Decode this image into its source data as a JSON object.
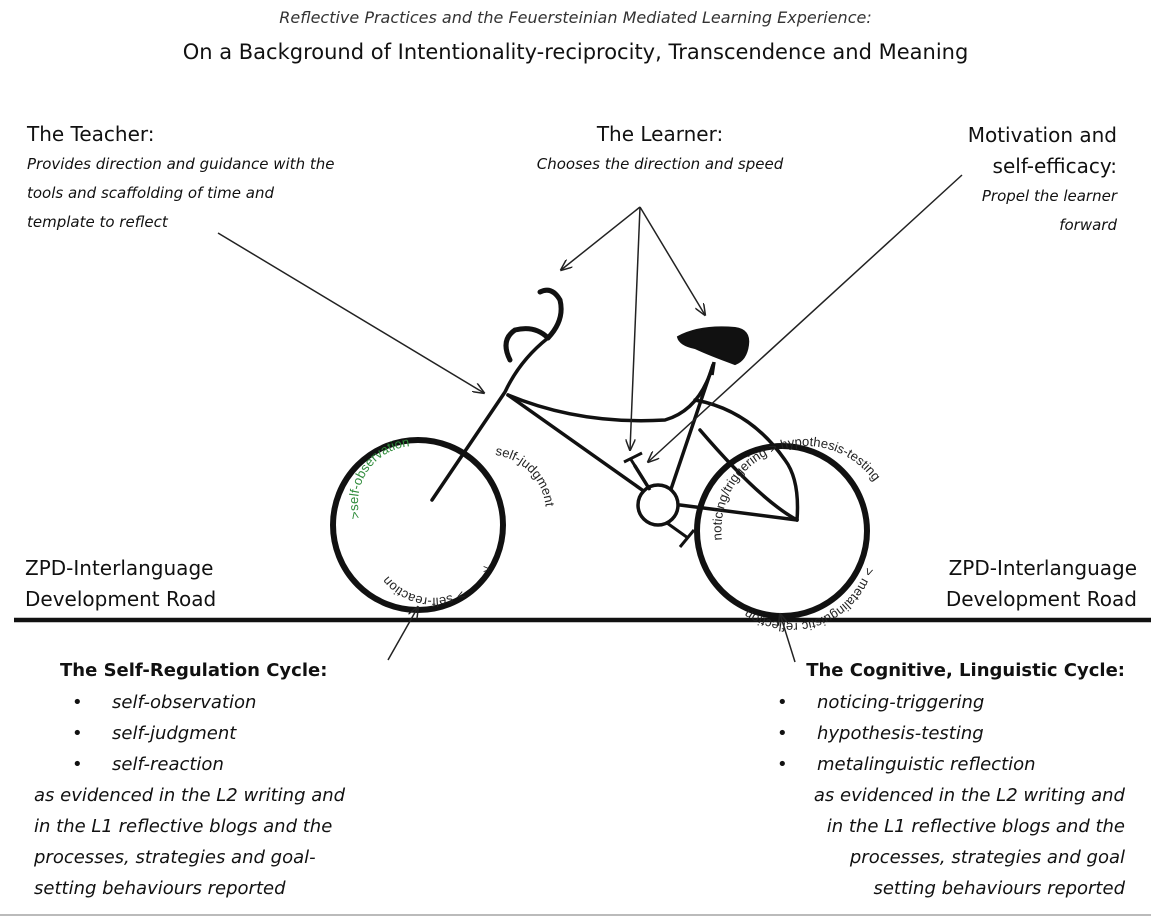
{
  "title": {
    "subtitle": "Reflective Practices and the Feuersteinian Mediated Learning Experience:",
    "main": "On a Background of Intentionality-reciprocity, Transcendence and Meaning"
  },
  "teacher": {
    "heading": "The Teacher:",
    "lines": [
      "Provides direction and guidance with the",
      "tools and scaffolding of  time and",
      "template to reflect"
    ]
  },
  "learner": {
    "heading": "The Learner:",
    "text": "Chooses the direction and speed"
  },
  "motivation": {
    "heading_lines": [
      "Motivation and",
      "self-efficacy:"
    ],
    "lines": [
      "Propel the learner",
      "forward"
    ]
  },
  "road": {
    "left_lines": [
      "ZPD-Interlanguage",
      "Development Road"
    ],
    "right_lines": [
      "ZPD-Interlanguage",
      "Development Road"
    ]
  },
  "front_wheel_text": {
    "observation": ">self-observation",
    "judgment": "self-judgment",
    "reaction": "> self-reaction",
    "arrow": ">"
  },
  "rear_wheel_text": {
    "noticing": "noticing/triggering > hypothesis-testing",
    "reflection": "> metalinguistic reflection"
  },
  "self_regulation": {
    "title": "The Self-Regulation Cycle:",
    "items": [
      "self-observation",
      "self-judgment",
      "self-reaction"
    ],
    "evidence": [
      "as evidenced in the L2 writing and",
      "in the L1 reflective blogs and the",
      "processes, strategies and goal-",
      "setting behaviours reported"
    ]
  },
  "cognitive": {
    "title": "The Cognitive, Linguistic Cycle:",
    "items": [
      "noticing-triggering",
      "hypothesis-testing",
      "metalinguistic reflection"
    ],
    "evidence": [
      "as evidenced in the L2 writing and",
      "in the L1 reflective blogs and the",
      "processes, strategies and goal",
      "setting behaviours reported"
    ]
  },
  "colors": {
    "accent_green": "#2e8b3a",
    "ink": "#111111"
  }
}
